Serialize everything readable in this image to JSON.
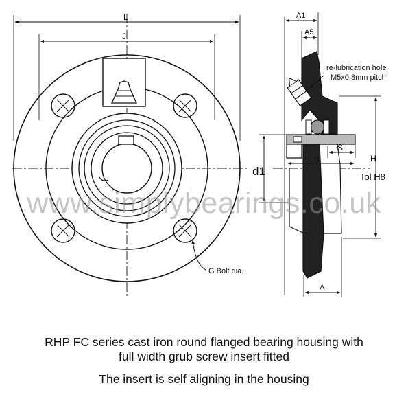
{
  "drawing": {
    "front_view": {
      "dimension_L": "L",
      "dimension_J": "J",
      "bolt_callout": "G Bolt dia."
    },
    "side_view": {
      "dimension_A1": "A1",
      "dimension_A5": "A5",
      "relube_note_line1": "re-lubrication hole",
      "relube_note_line2": "M5x0.8mm pitch",
      "dimension_S": "S",
      "dimension_B": "B",
      "dimension_H": "H",
      "tolerance": "Tol H8",
      "dimension_d1": "d1",
      "dimension_A": "A"
    }
  },
  "watermark": "www.simplybearings.co.uk",
  "caption": {
    "line1": "RHP FC series cast iron round flanged bearing housing with",
    "line2": "full width grub screw insert fitted",
    "line3": "The insert is self aligning in the housing"
  }
}
